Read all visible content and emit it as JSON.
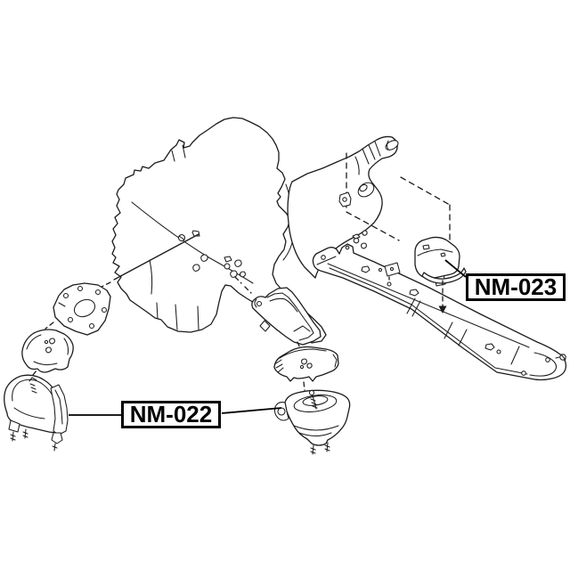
{
  "diagram": {
    "type": "exploded-parts-diagram",
    "background_color": "#ffffff",
    "line_color": "#1c1c1c",
    "label_border_color": "#000000",
    "labels": [
      {
        "code": "NM-022"
      },
      {
        "code": "NM-023"
      }
    ]
  }
}
